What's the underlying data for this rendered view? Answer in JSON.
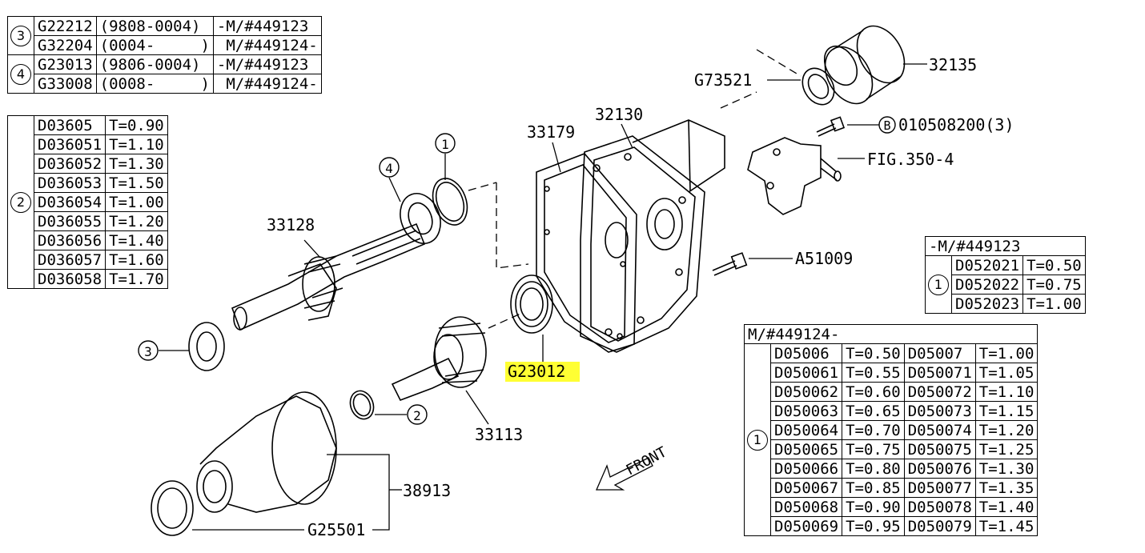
{
  "table_3_4": {
    "rows": [
      {
        "key": "3",
        "part": "G22212",
        "range": "(9808-0004)",
        "serial": "-M/#449123"
      },
      {
        "key": "",
        "part": "G32204",
        "range": "(0004-     )",
        "serial": " M/#449124-"
      },
      {
        "key": "4",
        "part": "G23013",
        "range": "(9806-0004)",
        "serial": "-M/#449123"
      },
      {
        "key": "",
        "part": "G33008",
        "range": "(0008-     )",
        "serial": " M/#449124-"
      }
    ]
  },
  "table_2": {
    "key": "2",
    "rows": [
      {
        "part": "D03605",
        "t": "T=0.90"
      },
      {
        "part": "D036051",
        "t": "T=1.10"
      },
      {
        "part": "D036052",
        "t": "T=1.30"
      },
      {
        "part": "D036053",
        "t": "T=1.50"
      },
      {
        "part": "D036054",
        "t": "T=1.00"
      },
      {
        "part": "D036055",
        "t": "T=1.20"
      },
      {
        "part": "D036056",
        "t": "T=1.40"
      },
      {
        "part": "D036057",
        "t": "T=1.60"
      },
      {
        "part": "D036058",
        "t": "T=1.70"
      }
    ]
  },
  "table_1a": {
    "header": "-M/#449123",
    "key": "1",
    "rows": [
      {
        "part": "D052021",
        "t": "T=0.50"
      },
      {
        "part": "D052022",
        "t": "T=0.75"
      },
      {
        "part": "D052023",
        "t": "T=1.00"
      }
    ]
  },
  "table_1b": {
    "header": "M/#449124-",
    "key": "1",
    "rows": [
      {
        "p1": "D05006",
        "t1": "T=0.50",
        "p2": "D05007",
        "t2": "T=1.00"
      },
      {
        "p1": "D050061",
        "t1": "T=0.55",
        "p2": "D050071",
        "t2": "T=1.05"
      },
      {
        "p1": "D050062",
        "t1": "T=0.60",
        "p2": "D050072",
        "t2": "T=1.10"
      },
      {
        "p1": "D050063",
        "t1": "T=0.65",
        "p2": "D050073",
        "t2": "T=1.15"
      },
      {
        "p1": "D050064",
        "t1": "T=0.70",
        "p2": "D050074",
        "t2": "T=1.20"
      },
      {
        "p1": "D050065",
        "t1": "T=0.75",
        "p2": "D050075",
        "t2": "T=1.25"
      },
      {
        "p1": "D050066",
        "t1": "T=0.80",
        "p2": "D050076",
        "t2": "T=1.30"
      },
      {
        "p1": "D050067",
        "t1": "T=0.85",
        "p2": "D050077",
        "t2": "T=1.35"
      },
      {
        "p1": "D050068",
        "t1": "T=0.90",
        "p2": "D050078",
        "t2": "T=1.40"
      },
      {
        "p1": "D050069",
        "t1": "T=0.95",
        "p2": "D050079",
        "t2": "T=1.45"
      }
    ]
  },
  "callouts": {
    "c32135": "32135",
    "cG73521": "G73521",
    "c32130": "32130",
    "c33179": "33179",
    "bolt_b": "B",
    "c010508200": "010508200(3)",
    "fig": "FIG.350-4",
    "cA51009": "A51009",
    "c33128": "33128",
    "cG23012": "G23012",
    "c33113": "33113",
    "c38913": "38913",
    "cG25501": "G25501",
    "front": "FRONT",
    "k1": "1",
    "k2": "2",
    "k3": "3",
    "k4": "4"
  },
  "colors": {
    "highlight": "#ffff33",
    "line": "#000000"
  }
}
